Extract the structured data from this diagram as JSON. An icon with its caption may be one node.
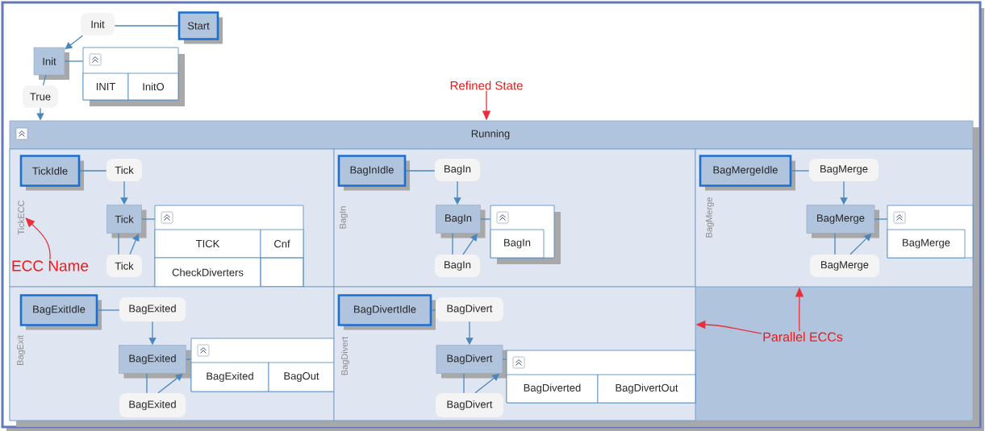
{
  "diagram": {
    "nodes": [
      {
        "text": [
          "Start"
        ]
      },
      {
        "text": [
          "Init"
        ]
      },
      {
        "text": [
          "Init"
        ]
      },
      {
        "text": [
          "INIT",
          "InitO"
        ]
      },
      {
        "text": [
          "True"
        ]
      },
      {
        "text": [
          "Running"
        ]
      },
      {
        "text": [
          "TickECC"
        ],
        "in": 5
      },
      {
        "text": [
          "TickIdle"
        ],
        "in": 6
      },
      {
        "text": [
          "Tick"
        ],
        "in": 6
      },
      {
        "text": [
          "Tick"
        ],
        "in": 6
      },
      {
        "text": [
          "TICK",
          "Cnf",
          "CheckDiverters"
        ],
        "in": 6
      },
      {
        "text": [
          "Tick"
        ],
        "in": 6
      },
      {
        "text": [
          "BagIn"
        ],
        "in": 5
      },
      {
        "text": [
          "BagInIdle"
        ],
        "in": 12
      },
      {
        "text": [
          "BagIn"
        ],
        "in": 12
      },
      {
        "text": [
          "BagIn"
        ],
        "in": 12
      },
      {
        "text": [
          "BagIn"
        ],
        "in": 12
      },
      {
        "text": [
          "BagIn"
        ],
        "in": 12
      },
      {
        "text": [
          "BagMerge"
        ],
        "in": 5
      },
      {
        "text": [
          "BagMergeIdle"
        ],
        "in": 18
      },
      {
        "text": [
          "BagMerge"
        ],
        "in": 18
      },
      {
        "text": [
          "BagMerge"
        ],
        "in": 18
      },
      {
        "text": [
          "BagMerge"
        ],
        "in": 18
      },
      {
        "text": [
          "BagMerge"
        ],
        "in": 18
      },
      {
        "text": [
          "BagExit"
        ],
        "in": 5
      },
      {
        "text": [
          "BagExitIdle"
        ],
        "in": 24
      },
      {
        "text": [
          "BagExited"
        ],
        "in": 24
      },
      {
        "text": [
          "BagExited"
        ],
        "in": 24
      },
      {
        "text": [
          "BagExited",
          "BagOut"
        ],
        "in": 24
      },
      {
        "text": [
          "BagExited"
        ],
        "in": 24
      },
      {
        "text": [
          "BagDivert"
        ],
        "in": 5
      },
      {
        "text": [
          "BagDivertIdle"
        ],
        "in": 30
      },
      {
        "text": [
          "BagDivert"
        ],
        "in": 30
      },
      {
        "text": [
          "BagDivert"
        ],
        "in": 30
      },
      {
        "text": [
          "BagDiverted",
          "BagDivertOut"
        ],
        "in": 30
      },
      {
        "text": [
          "BagDivert"
        ],
        "in": 30
      },
      {
        "text": [
          "Refined State"
        ]
      },
      {
        "text": [
          "ECC Name"
        ],
        "in": 6
      },
      {
        "text": [
          "Parallel ECCs"
        ],
        "in": 5
      }
    ],
    "edges": [
      {
        "from": 0,
        "to": 1,
        "arrow": "none"
      },
      {
        "from": 1,
        "to": 2,
        "arrow": "to"
      },
      {
        "from": 2,
        "to": 3,
        "arrow": "none"
      },
      {
        "from": 2,
        "to": 4,
        "arrow": "none"
      },
      {
        "from": 4,
        "to": 5,
        "arrow": "to"
      },
      {
        "from": 7,
        "to": 8,
        "arrow": "none"
      },
      {
        "from": 8,
        "to": 9,
        "arrow": "to"
      },
      {
        "from": 9,
        "to": 10,
        "arrow": "none"
      },
      {
        "from": 9,
        "to": 11,
        "arrow": "none"
      },
      {
        "from": 11,
        "to": 9,
        "arrow": "to"
      },
      {
        "from": 13,
        "to": 14,
        "arrow": "none"
      },
      {
        "from": 14,
        "to": 15,
        "arrow": "to"
      },
      {
        "from": 15,
        "to": 16,
        "arrow": "none"
      },
      {
        "from": 15,
        "to": 17,
        "arrow": "none"
      },
      {
        "from": 17,
        "to": 15,
        "arrow": "to"
      },
      {
        "from": 19,
        "to": 20,
        "arrow": "none"
      },
      {
        "from": 20,
        "to": 21,
        "arrow": "to"
      },
      {
        "from": 21,
        "to": 22,
        "arrow": "none"
      },
      {
        "from": 21,
        "to": 23,
        "arrow": "none"
      },
      {
        "from": 23,
        "to": 21,
        "arrow": "to"
      },
      {
        "from": 25,
        "to": 26,
        "arrow": "none"
      },
      {
        "from": 26,
        "to": 27,
        "arrow": "to"
      },
      {
        "from": 27,
        "to": 28,
        "arrow": "none"
      },
      {
        "from": 27,
        "to": 29,
        "arrow": "none"
      },
      {
        "from": 29,
        "to": 27,
        "arrow": "to"
      },
      {
        "from": 31,
        "to": 32,
        "arrow": "none"
      },
      {
        "from": 32,
        "to": 33,
        "arrow": "to"
      },
      {
        "from": 33,
        "to": 34,
        "arrow": "none"
      },
      {
        "from": 33,
        "to": 35,
        "arrow": "none"
      },
      {
        "from": 35,
        "to": 33,
        "arrow": "to"
      },
      {
        "from": 36,
        "to": 5,
        "arrow": "to",
        "color": "#e8303a"
      },
      {
        "from": 37,
        "to": 6,
        "arrow": "to",
        "color": "#e8303a"
      },
      {
        "from": 38,
        "to": 18,
        "arrow": "to",
        "color": "#e8303a"
      },
      {
        "from": 38,
        "to": 30,
        "arrow": "to",
        "color": "#e8303a"
      }
    ]
  }
}
